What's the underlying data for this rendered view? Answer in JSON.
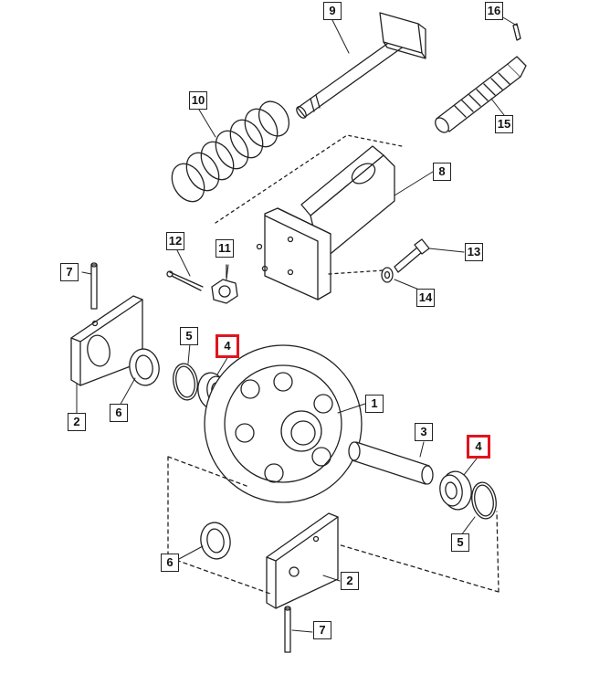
{
  "labels": {
    "l9": "9",
    "l16": "16",
    "l15": "15",
    "l10": "10",
    "l8": "8",
    "l12": "12",
    "l11": "11",
    "l13": "13",
    "l14": "14",
    "l7a": "7",
    "l5a": "5",
    "l4a": "4",
    "l1": "1",
    "l2a": "2",
    "l6a": "6",
    "l3": "3",
    "l4b": "4",
    "l5b": "5",
    "l6b": "6",
    "l2b": "2",
    "l7b": "7"
  },
  "colors": {
    "line": "#222222",
    "highlight": "#e0141e"
  }
}
